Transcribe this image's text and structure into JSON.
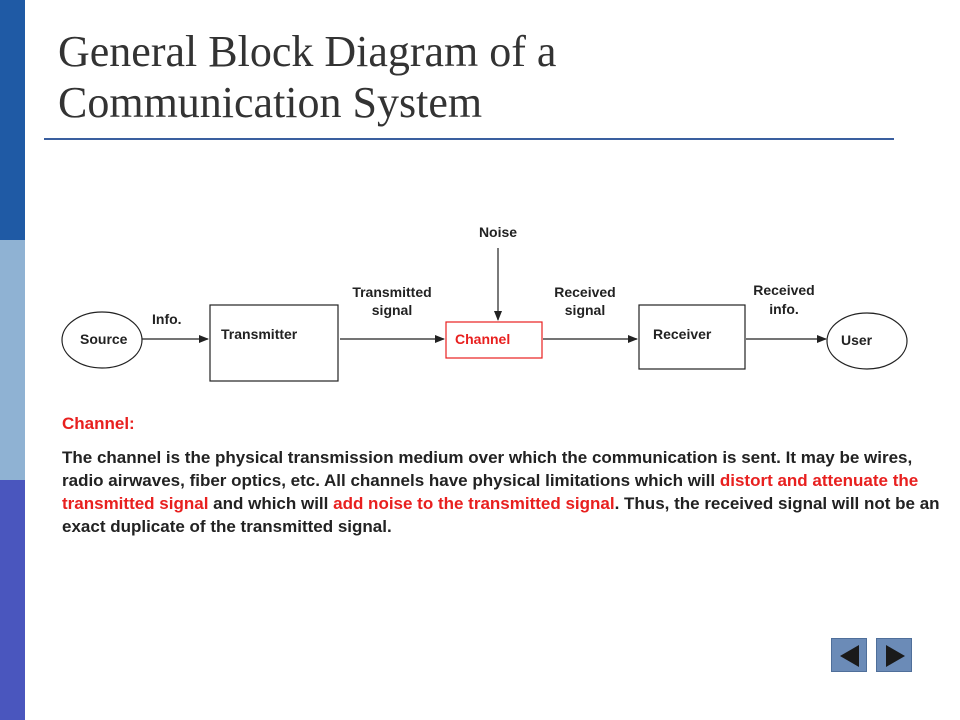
{
  "title": {
    "line1": "General Block Diagram of a",
    "line2": "Communication System"
  },
  "diagram": {
    "blocks": {
      "source": "Source",
      "transmitter": "Transmitter",
      "channel": "Channel",
      "receiver": "Receiver",
      "user": "User"
    },
    "labels": {
      "info": "Info.",
      "transmitted_signal": [
        "Transmitted",
        "signal"
      ],
      "noise": "Noise",
      "received_signal": [
        "Received",
        "signal"
      ],
      "received_info": [
        "Received",
        "info."
      ]
    }
  },
  "body": {
    "heading": "Channel:",
    "segments": [
      {
        "text": "The channel is the physical transmission medium over which the communication is sent.  It may be wires, radio airwaves, fiber optics, etc.  All channels have physical limitations which will ",
        "highlight": false
      },
      {
        "text": "distort and attenuate the transmitted signal",
        "highlight": true
      },
      {
        "text": " and which will ",
        "highlight": false
      },
      {
        "text": "add noise to the transmitted signal",
        "highlight": true
      },
      {
        "text": ".  Thus, the received signal will not be an exact duplicate of the transmitted signal.",
        "highlight": false
      }
    ]
  },
  "nav": {
    "previous_icon": "triangle-left-icon",
    "next_icon": "triangle-right-icon"
  },
  "colors": {
    "highlight": "#e8201f",
    "title_rule": "#3a5f9f",
    "sidebar": [
      "#1f5aa5",
      "#8fb2d3",
      "#4a56be"
    ],
    "nav_button": "#6b8bb7"
  }
}
